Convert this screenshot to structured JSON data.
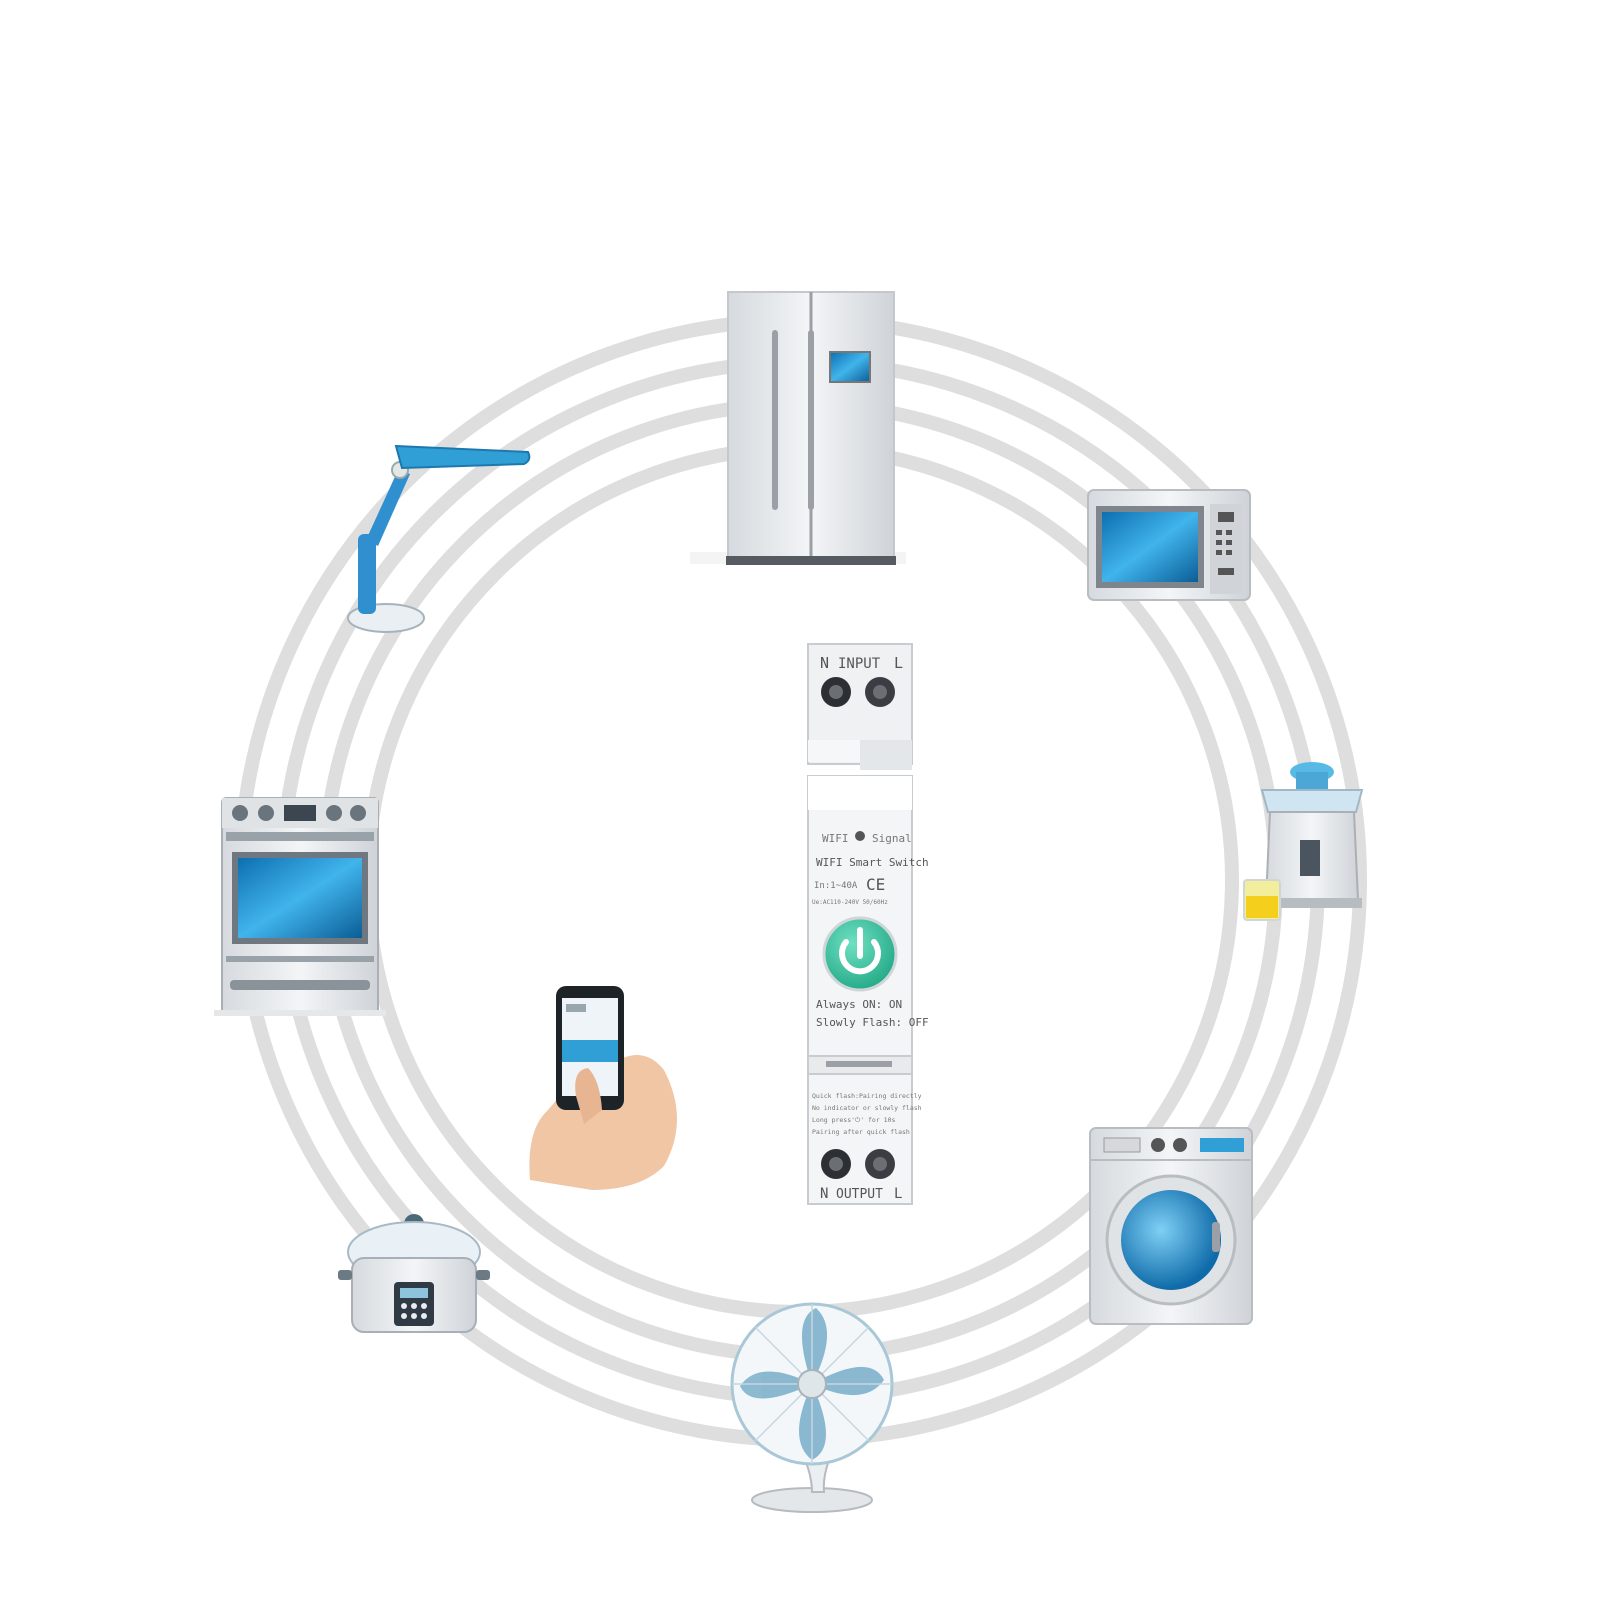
{
  "device": {
    "input_n": "N",
    "input_label": "INPUT",
    "input_l": "L",
    "wifi_label": "WIFI",
    "signal_label": "Signal",
    "title": "WIFI Smart Switch",
    "rating_line": "In:1~40A",
    "voltage_line": "Ue:AC110-240V 50/60Hz",
    "status_on": "Always ON: ON",
    "status_off": "Slowly Flash: OFF",
    "instr_1": "Quick flash:Pairing directly",
    "instr_2": "No indicator or slowly flash",
    "instr_3": "Long press'⏻' for 10s",
    "instr_4": "Pairing after quick flash",
    "output_n": "N",
    "output_label": "OUTPUT",
    "output_l": "L"
  },
  "appliances": [
    {
      "name": "refrigerator-icon"
    },
    {
      "name": "microwave-icon"
    },
    {
      "name": "juicer-icon"
    },
    {
      "name": "washing-machine-icon"
    },
    {
      "name": "fan-icon"
    },
    {
      "name": "rice-cooker-icon"
    },
    {
      "name": "oven-icon"
    },
    {
      "name": "desk-lamp-icon"
    },
    {
      "name": "smartphone-hand-icon"
    }
  ],
  "colors": {
    "ring": "#dedede",
    "accent_blue": "#2f9fd6",
    "power_button": "#3cc6a4",
    "appliance_body": "#e9ecef"
  }
}
